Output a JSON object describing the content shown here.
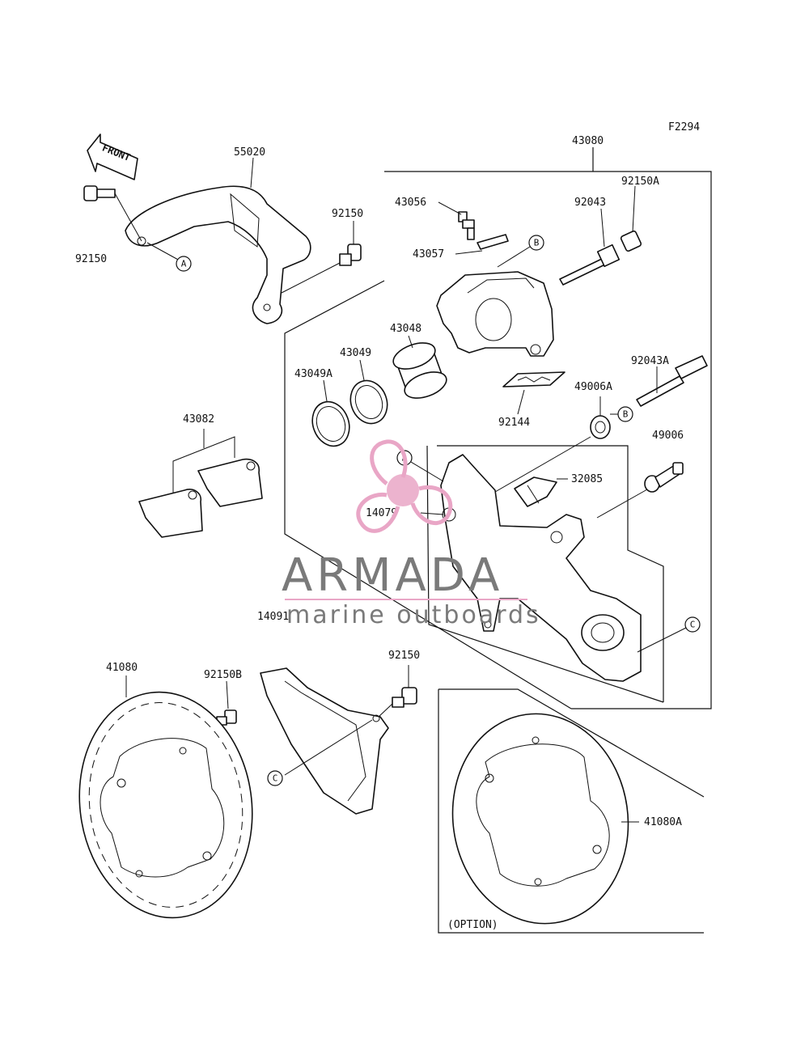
{
  "figure_code": "F2294",
  "direction_label": "FRONT",
  "option_label": "(OPTION)",
  "watermark": {
    "brand": "ARMADA",
    "tagline": "marine outboards",
    "accent_color": "#e9a6c6",
    "text_color": "#7a7a7a"
  },
  "part_labels": {
    "p43080": "43080",
    "p55020": "55020",
    "p92150_left": "92150",
    "p92150_mid": "92150",
    "p92150_lower": "92150",
    "p92150A": "92150A",
    "p92043": "92043",
    "p43056": "43056",
    "p43057": "43057",
    "p43048": "43048",
    "p43049": "43049",
    "p43049A": "43049A",
    "p92043A": "92043A",
    "p49006A": "49006A",
    "p49006": "49006",
    "p92144": "92144",
    "p43082": "43082",
    "p32085": "32085",
    "p14079": "14079",
    "p14091": "14091",
    "p41080": "41080",
    "p92150B": "92150B",
    "p41080A": "41080A"
  },
  "reference_markers": {
    "a": "A",
    "b": "B",
    "c": "C"
  }
}
